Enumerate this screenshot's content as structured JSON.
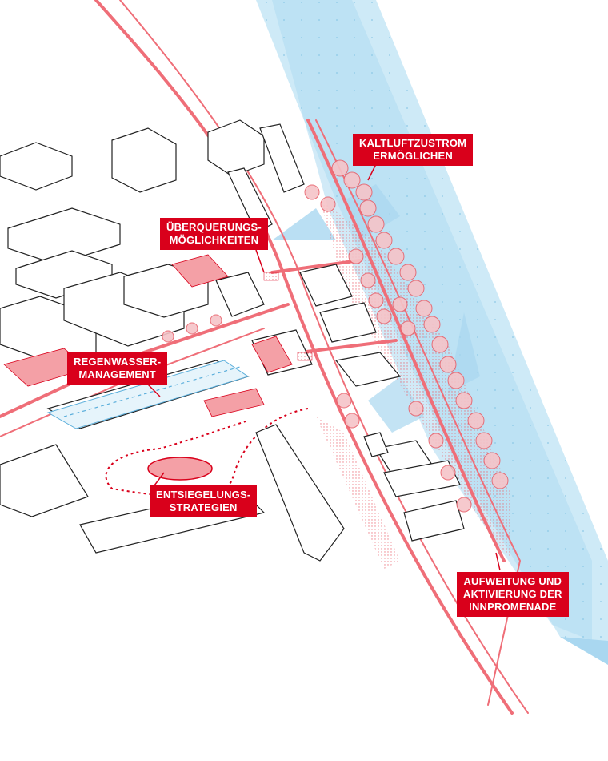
{
  "labels": {
    "cold_air": {
      "line1": "KALTLUFTZUSTROM",
      "line2": "ERMÖGLICHEN"
    },
    "crossing": {
      "line1": "ÜBERQUERUNGS-",
      "line2": "MÖGLICHKEITEN"
    },
    "rainwater": {
      "line1": "REGENWASSER-",
      "line2": "MANAGEMENT"
    },
    "unsealing": {
      "line1": "ENTSIEGELUNGS-",
      "line2": "STRATEGIEN"
    },
    "promenade": {
      "line1": "AUFWEITUNG UND",
      "line2": "AKTIVIERUNG DER",
      "line3": "INNPROMENADE"
    }
  },
  "colors": {
    "accent_red": "#d9001b",
    "road_red": "#f07a82",
    "river_blue": "#bfe3f4",
    "building_stroke": "#222222"
  }
}
